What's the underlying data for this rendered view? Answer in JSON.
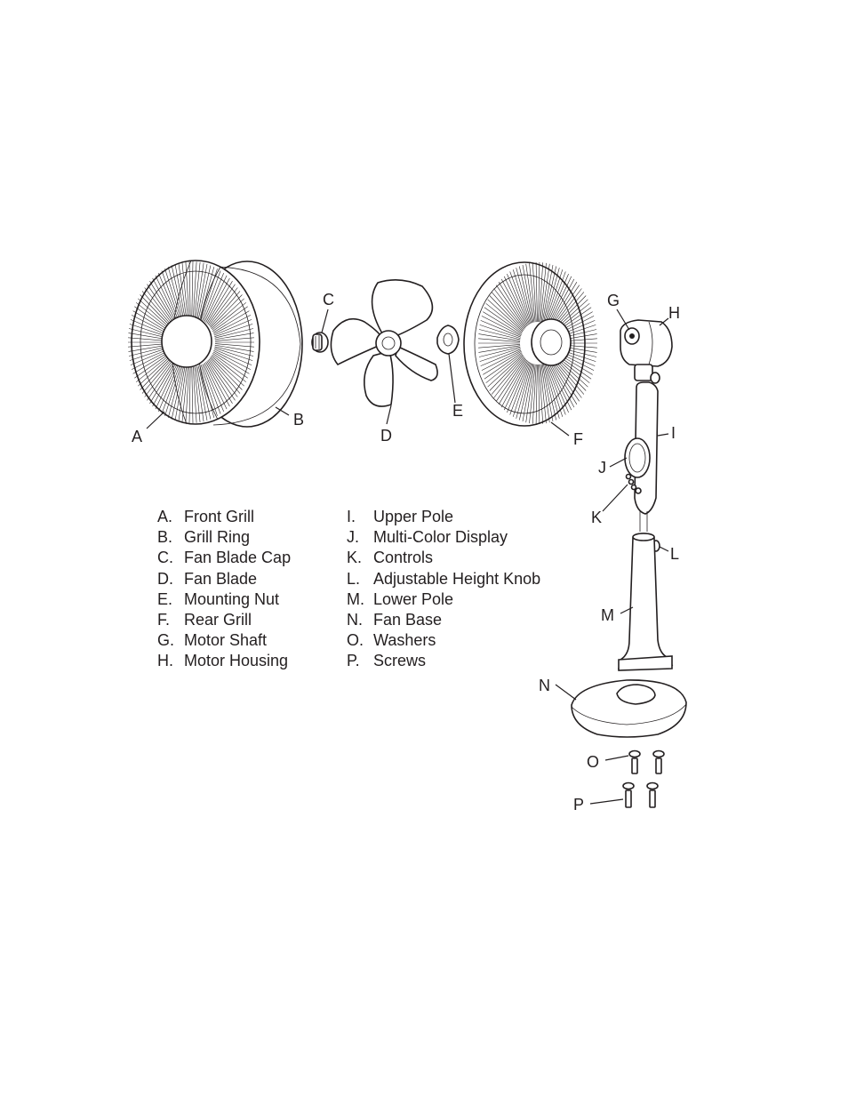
{
  "callouts": {
    "a": "A",
    "b": "B",
    "c": "C",
    "d": "D",
    "e": "E",
    "f": "F",
    "g": "G",
    "h": "H",
    "i": "I",
    "j": "J",
    "k": "K",
    "l": "L",
    "m": "M",
    "n": "N",
    "o": "O",
    "p": "P"
  },
  "legend": {
    "left": [
      {
        "letter": "A.",
        "text": "Front Grill"
      },
      {
        "letter": "B.",
        "text": "Grill Ring"
      },
      {
        "letter": "C.",
        "text": "Fan Blade Cap"
      },
      {
        "letter": "D.",
        "text": "Fan Blade"
      },
      {
        "letter": "E.",
        "text": "Mounting Nut"
      },
      {
        "letter": "F.",
        "text": "Rear Grill"
      },
      {
        "letter": "G.",
        "text": "Motor Shaft"
      },
      {
        "letter": "H.",
        "text": "Motor Housing"
      }
    ],
    "right": [
      {
        "letter": "I.",
        "text": "Upper Pole"
      },
      {
        "letter": "J.",
        "text": "Multi-Color Display"
      },
      {
        "letter": "K.",
        "text": "Controls"
      },
      {
        "letter": "L.",
        "text": "Adjustable Height Knob"
      },
      {
        "letter": "M.",
        "text": "Lower Pole"
      },
      {
        "letter": "N.",
        "text": "Fan Base"
      },
      {
        "letter": "O.",
        "text": "Washers"
      },
      {
        "letter": "P.",
        "text": "Screws"
      }
    ]
  }
}
